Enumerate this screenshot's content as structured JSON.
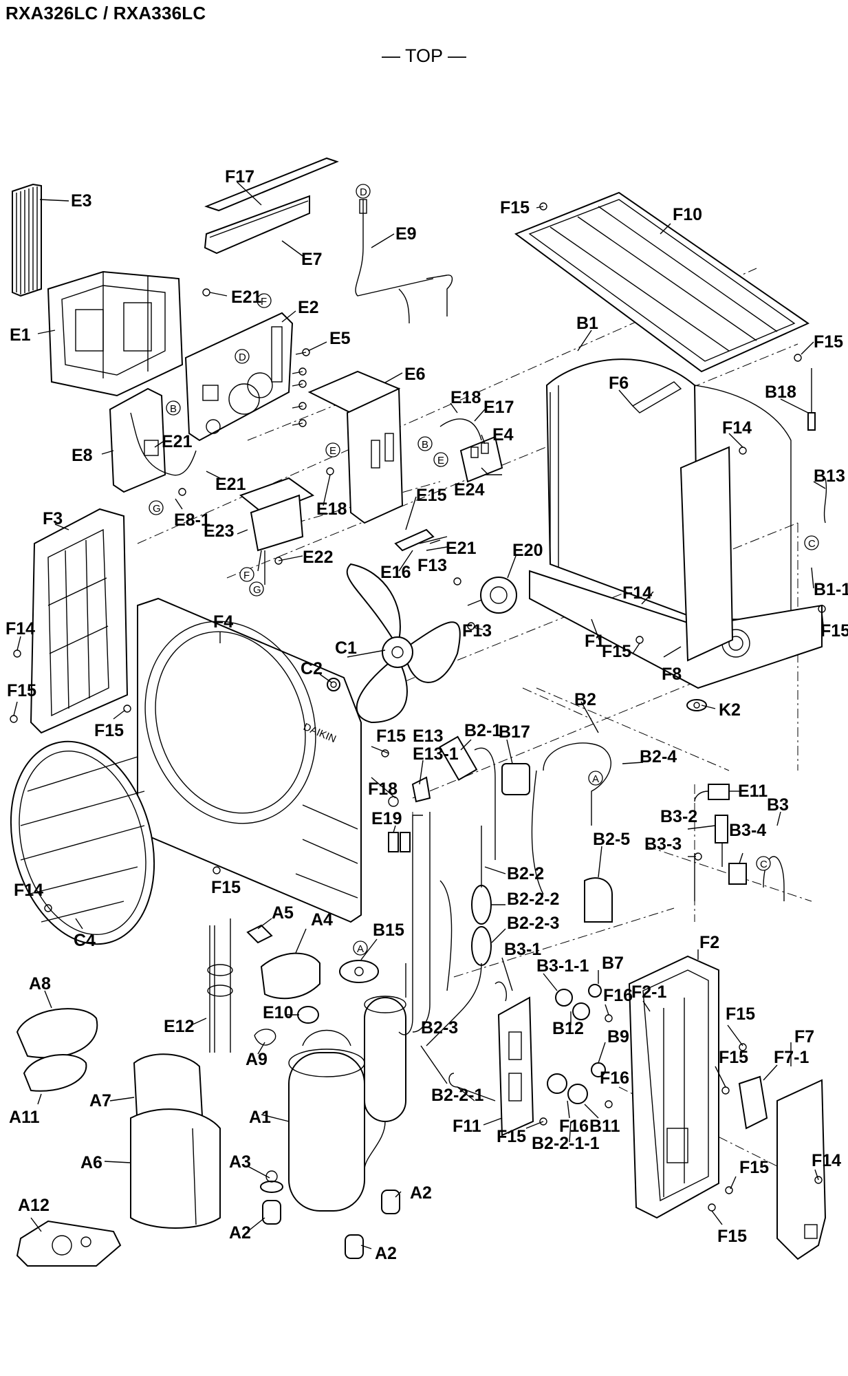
{
  "title": "RXA326LC / RXA336LC",
  "view_label": "— TOP —",
  "callouts": [
    "D",
    "F",
    "B",
    "E",
    "G",
    "A",
    "C"
  ],
  "labels": {
    "E3": "E3",
    "F17": "F17",
    "E7": "E7",
    "E21": "E21",
    "E1": "E1",
    "E2": "E2",
    "E5": "E5",
    "E9": "E9",
    "E6": "E6",
    "E18": "E18",
    "E17": "E17",
    "E4": "E4",
    "E24": "E24",
    "E8": "E8",
    "E8_1": "E8-1",
    "E23": "E23",
    "E22": "E22",
    "E15": "E15",
    "E16": "E16",
    "E20": "E20",
    "F15": "F15",
    "F10": "F10",
    "B1": "B1",
    "F6": "F6",
    "B18": "B18",
    "F14": "F14",
    "B13": "B13",
    "B1_1": "B1-1",
    "F1": "F1",
    "F8": "F8",
    "K2": "K2",
    "F3": "F3",
    "F4": "F4",
    "C1": "C1",
    "C2": "C2",
    "F13": "F13",
    "B2": "B2",
    "B2_1": "B2-1",
    "B17": "B17",
    "B2_4": "B2-4",
    "E13": "E13",
    "E13_1": "E13-1",
    "F18": "F18",
    "E19": "E19",
    "E11": "E11",
    "B3": "B3",
    "B3_2": "B3-2",
    "B3_3": "B3-3",
    "B3_4": "B3-4",
    "B2_5": "B2-5",
    "B2_2": "B2-2",
    "B2_2_2": "B2-2-2",
    "B2_2_3": "B2-2-3",
    "C4": "C4",
    "A5": "A5",
    "A4": "A4",
    "B15": "B15",
    "B3_1": "B3-1",
    "B3_1_1": "B3-1-1",
    "B7": "B7",
    "F16": "F16",
    "F2_1": "F2-1",
    "F2": "F2",
    "A8": "A8",
    "E12": "E12",
    "E10": "E10",
    "B12": "B12",
    "B9": "B9",
    "A9": "A9",
    "B2_3": "B2-3",
    "F7": "F7",
    "F7_1": "F7-1",
    "A11": "A11",
    "A7": "A7",
    "A1": "A1",
    "B2_2_1": "B2-2-1",
    "F11": "F11",
    "B11": "B11",
    "B2_2_1_1": "B2-2-1-1",
    "A3": "A3",
    "A6": "A6",
    "A2": "A2",
    "A12": "A12",
    "DAIKIN": "DAIKIN"
  }
}
